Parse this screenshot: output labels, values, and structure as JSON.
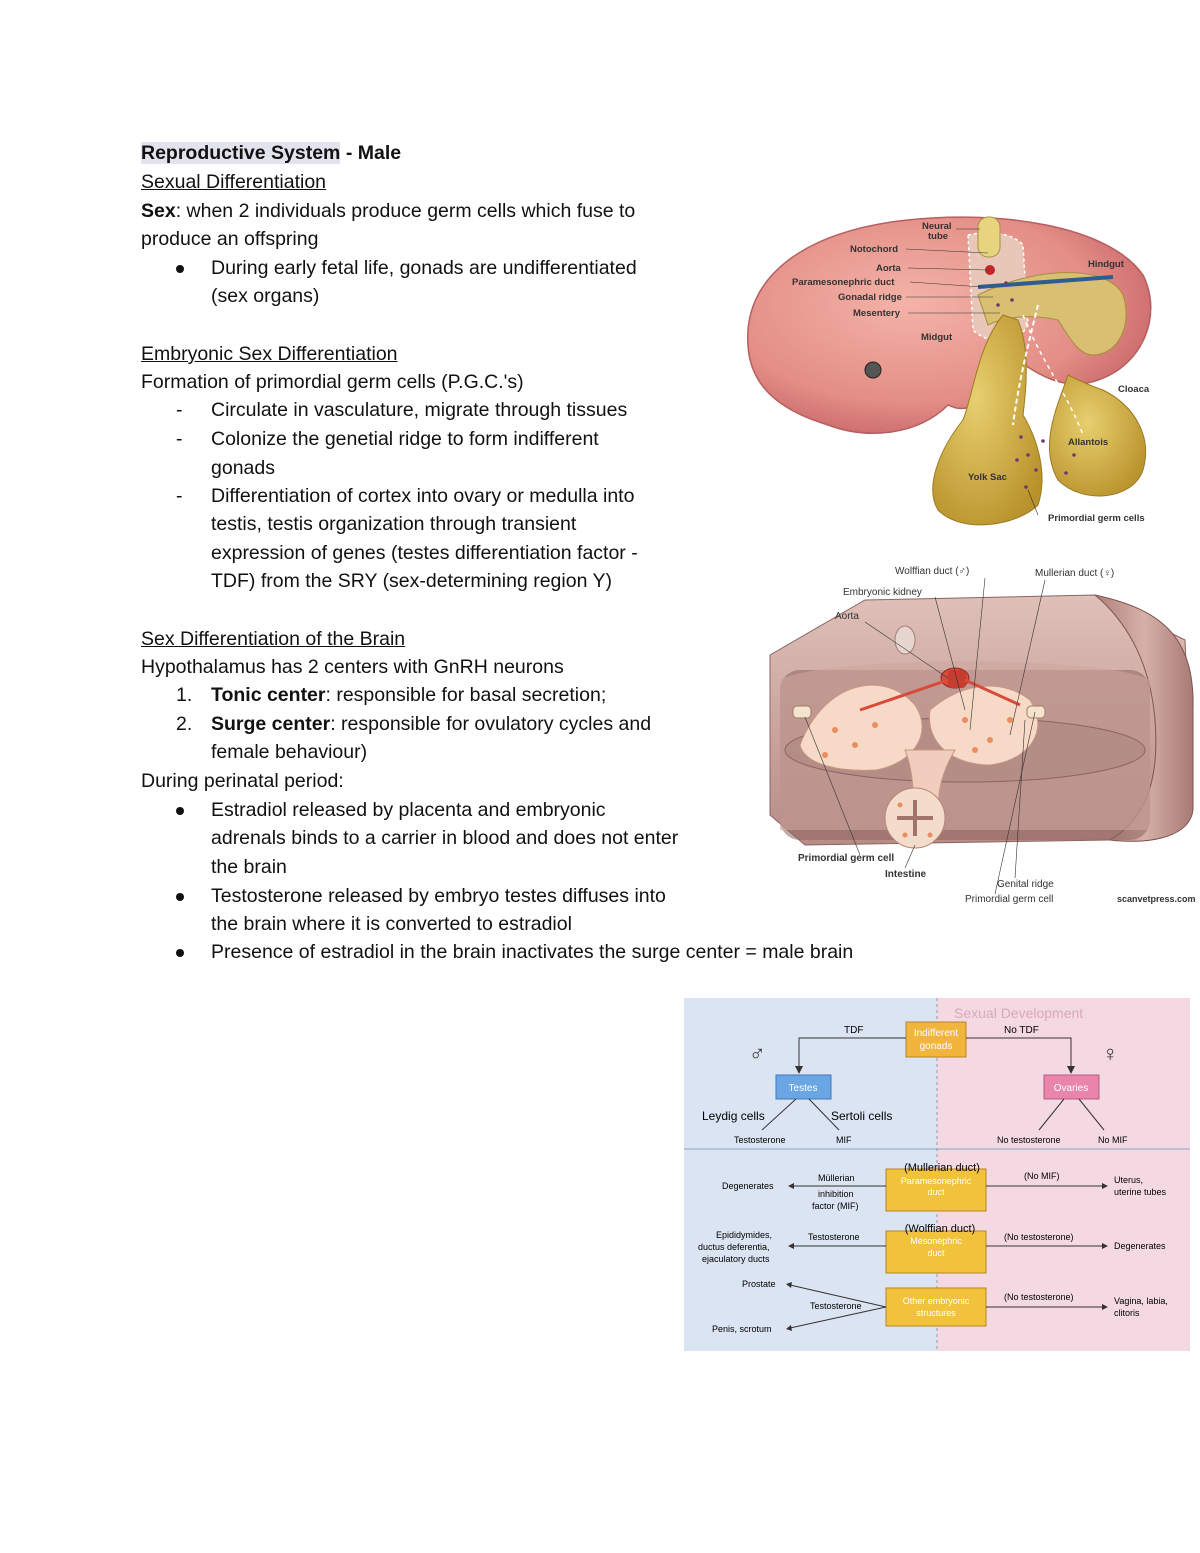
{
  "title": {
    "main": "Reproductive System",
    "rest": " - Male"
  },
  "s1": {
    "heading": "Sexual Differentiation",
    "sex_term": "Sex",
    "sex_def_1": ": when 2 individuals produce germ cells which fuse to",
    "sex_def_2": "produce an offspring",
    "bullet_1a": "During early fetal life, gonads are undifferentiated",
    "bullet_1b": "(sex organs)"
  },
  "s2": {
    "heading": "Embryonic Sex Differentiation",
    "intro": "Formation of primordial germ cells (P.G.C.'s)",
    "d1": "Circulate in vasculature, migrate through tissues",
    "d2a": "Colonize the genetial ridge to form indifferent",
    "d2b": "gonads",
    "d3a": "Differentiation of cortex into ovary or medulla into",
    "d3b": "testis, testis organization through transient",
    "d3c": "expression of genes (testes differentiation factor -",
    "d3d": "TDF) from the SRY (sex-determining region Y)"
  },
  "s3": {
    "heading": "Sex Differentiation of the Brain",
    "intro": "Hypothalamus has 2 centers with GnRH neurons",
    "n1_num": "1.",
    "n1_term": "Tonic center",
    "n1_rest": ": responsible for basal secretion;",
    "n2_num": "2.",
    "n2_term": "Surge center",
    "n2_rest": ": responsible for ovulatory cycles and",
    "n2_cont": "female behaviour)",
    "perinatal": "During perinatal period:",
    "b1a": "Estradiol released by placenta and embryonic",
    "b1b": "adrenals binds to a carrier in blood and does not enter",
    "b1c": "the brain",
    "b2a": "Testosterone released by embryo testes diffuses into",
    "b2b": "the brain where it is converted to estradiol",
    "b3": "Presence of estradiol in the brain inactivates the surge center = male brain"
  },
  "fig1": {
    "labels": [
      "Neural tube",
      "Notochord",
      "Aorta",
      "Paramesonephric duct",
      "Gonadal ridge",
      "Mesentery",
      "Midgut",
      "Hindgut",
      "Cloaca",
      "Allantois",
      "Yolk Sac",
      "Primordial germ cells"
    ],
    "neural_tube_1": "Neural",
    "neural_tube_2": "tube"
  },
  "fig2": {
    "wolffian": "Wolffian duct (♂)",
    "mullerian": "Mullerian duct (♀)",
    "embryonic_kidney": "Embryonic kidney",
    "aorta": "Aorta",
    "pgc": "Primordial germ cell",
    "intestine": "Intestine",
    "genital_ridge": "Genital ridge",
    "pgc2": "Primordial germ cell",
    "credit": "scanvetpress.com"
  },
  "fig3": {
    "bg_title": "Sexual Development",
    "tdf": "TDF",
    "no_tdf": "No TDF",
    "indiff_1": "Indifferent",
    "indiff_2": "gonads",
    "male_symbol": "♂",
    "female_symbol": "♀",
    "testes": "Testes",
    "ovaries": "Ovaries",
    "leydig": "Leydig cells",
    "sertoli": "Sertoli cells",
    "testosterone": "Testosterone",
    "mif": "MIF",
    "no_testosterone": "No testosterone",
    "no_mif": "No MIF",
    "mullerian_duct": "(Mullerian duct)",
    "paramesonephric_1": "Paramesonephric",
    "paramesonephric_2": "duct",
    "degenerates": "Degenerates",
    "mullerian_1": "Müllerian",
    "mullerian_2": "inhibition",
    "mullerian_3": "factor (MIF)",
    "no_mif_paren": "(No MIF)",
    "uterus_1": "Uterus,",
    "uterus_2": "uterine tubes",
    "wolffian_duct": "(Wolffian duct)",
    "mesonephric_1": "Mesonephric",
    "mesonephric_2": "duct",
    "epid_1": "Epididymides,",
    "epid_2": "ductus deferentia,",
    "epid_3": "ejaculatory ducts",
    "testosterone2": "Testosterone",
    "no_testosterone_paren": "(No testosterone)",
    "degenerates2": "Degenerates",
    "prostate": "Prostate",
    "penis": "Penis, scrotum",
    "testosterone3": "Testosterone",
    "other_1": "Other embryonic",
    "other_2": "structures",
    "no_testosterone_paren2": "(No testosterone)",
    "vagina_1": "Vagina, labia,",
    "vagina_2": "clitoris"
  }
}
